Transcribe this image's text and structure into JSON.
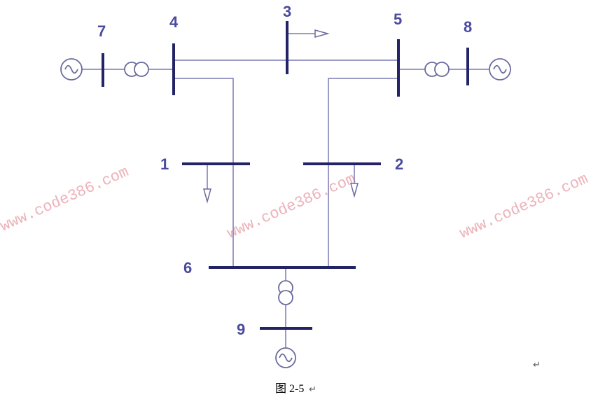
{
  "diagram": {
    "bus_labels": {
      "b1": "1",
      "b2": "2",
      "b3": "3",
      "b4": "4",
      "b5": "5",
      "b6": "6",
      "b7": "7",
      "b8": "8",
      "b9": "9"
    },
    "watermark": "www.code386.com",
    "caption": "图 2-5",
    "return_mark": "↵",
    "colors": {
      "label": "#4a4a9e",
      "bus": "#232366",
      "line": "#7878b4",
      "watermark": "#e8a0a8"
    },
    "icons": [
      "generator-icon",
      "transformer-icon",
      "load-arrow-icon"
    ]
  }
}
